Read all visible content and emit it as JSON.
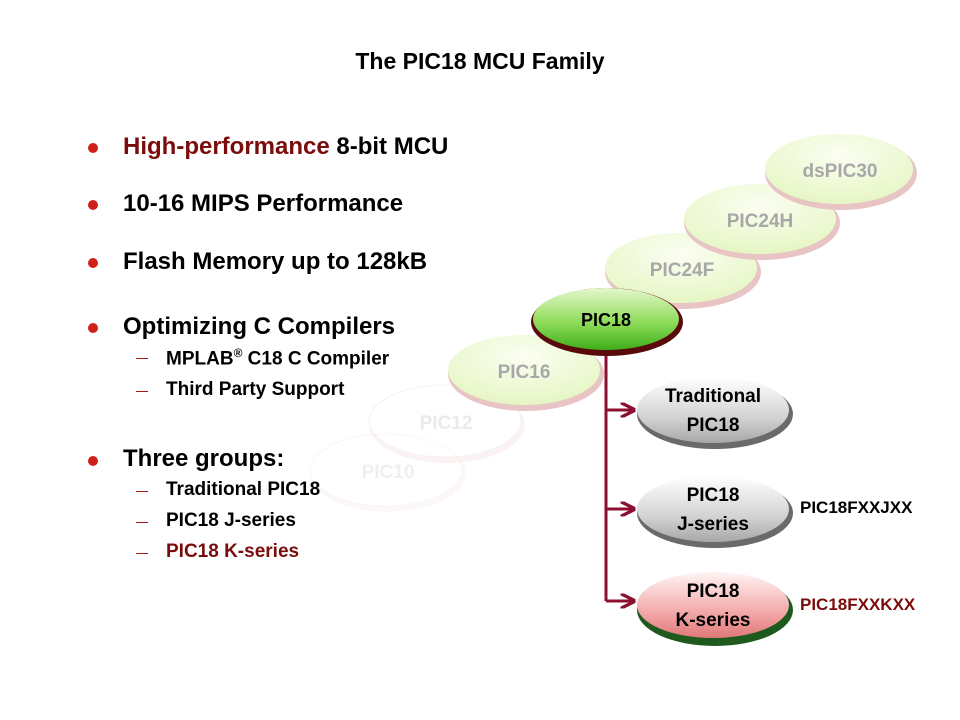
{
  "title": "The PIC18 MCU Family",
  "bullets": [
    {
      "highlight": "High-performance",
      "text": " 8-bit MCU"
    },
    {
      "text": "10-16 MIPS Performance"
    },
    {
      "text": "Flash Memory up to 128kB"
    },
    {
      "text": "Optimizing C Compilers",
      "sub": [
        {
          "text_pre": "MPLAB",
          "sup": "®",
          "text_post": " C18 C Compiler"
        },
        {
          "text": "Third Party Support"
        }
      ]
    },
    {
      "text": "Three groups:",
      "sub": [
        {
          "text": "Traditional PIC18"
        },
        {
          "text": "PIC18 J-series"
        },
        {
          "text": "PIC18 K-series",
          "highlight": true
        }
      ]
    }
  ],
  "family": {
    "faded": [
      "PIC10",
      "PIC12",
      "PIC16",
      "PIC24F",
      "PIC24H",
      "dsPIC30"
    ],
    "main": "PIC18",
    "groups": [
      {
        "line1": "Traditional",
        "line2": "PIC18"
      },
      {
        "line1": "PIC18",
        "line2": "J-series",
        "part": "PIC18FXXJXX"
      },
      {
        "line1": "PIC18",
        "line2": "K-series",
        "part": "PIC18FXXKXX"
      }
    ]
  },
  "colors": {
    "accent_red": "#7a0c0c",
    "bullet_red": "#d0201a",
    "connector": "#8b1030",
    "main_green": "#5cc02c",
    "faded_green": "#eef8d8",
    "group_grey": "#c8c8c8",
    "group_pink": "#f0a0a0"
  }
}
